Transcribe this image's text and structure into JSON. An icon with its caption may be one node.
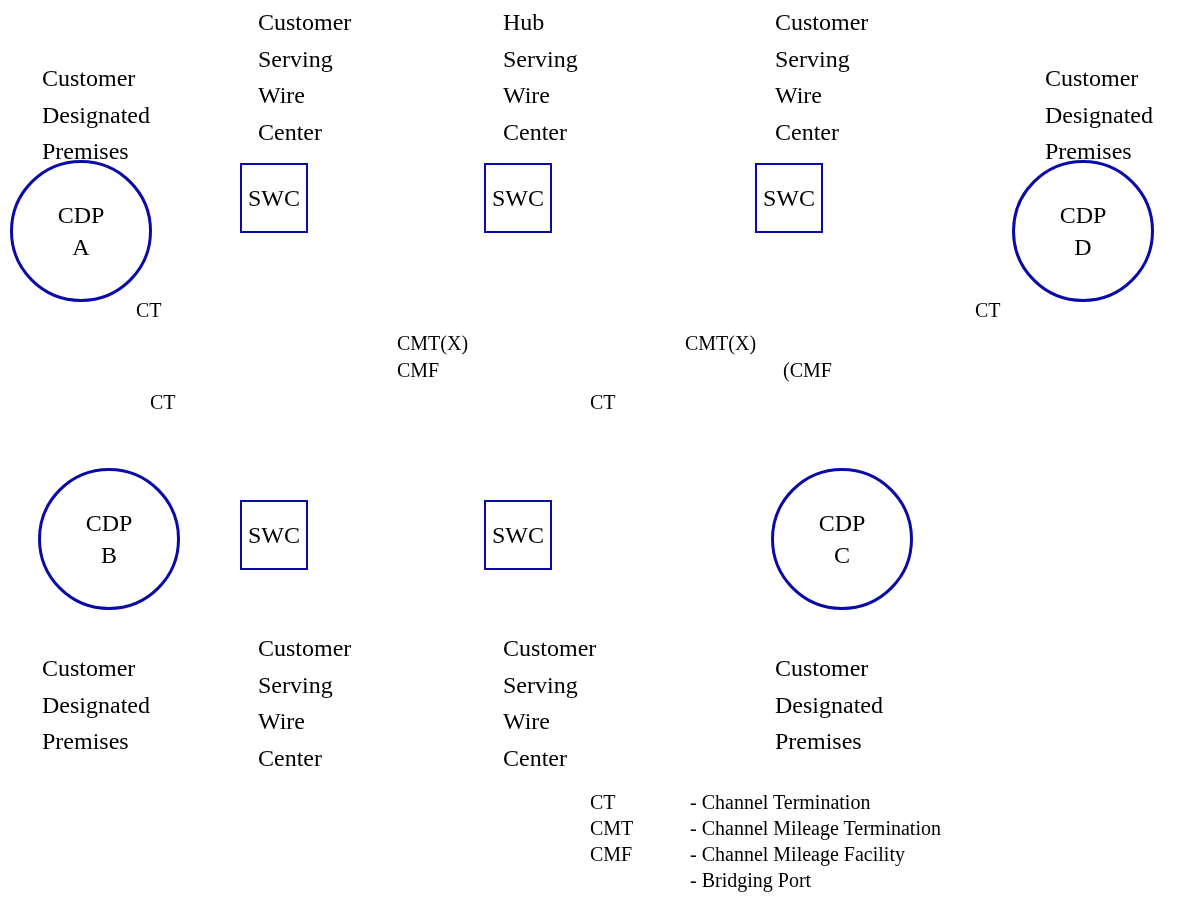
{
  "diagram": {
    "nodes": [
      {
        "text": [
          "Customer Designated Premises",
          "CDP A"
        ]
      },
      {
        "text": [
          "Customer Serving Wire Center",
          "SWC"
        ]
      },
      {
        "text": [
          "Hub Serving Wire Center",
          "SWC"
        ]
      },
      {
        "text": [
          "Customer Serving Wire Center",
          "SWC"
        ]
      },
      {
        "text": [
          "Customer Designated Premises",
          "CDP D"
        ]
      },
      {
        "text": [
          "CDP B",
          "Customer Designated Premises"
        ]
      },
      {
        "text": [
          "SWC",
          "Customer Serving Wire Center"
        ]
      },
      {
        "text": [
          "SWC",
          "Customer Serving Wire Center"
        ]
      },
      {
        "text": [
          "CDP C",
          "Customer Designated Premises"
        ]
      }
    ],
    "labels": [
      "CT",
      "CT",
      "CMT(X)",
      "CMT(X)",
      "CMF",
      "(CMF",
      "CT",
      "CT",
      "CT",
      "- Channel Termination",
      "CMT",
      "- Channel Mileage Termination",
      "CMF",
      "- Channel Mileage Facility",
      "- Bridging Port"
    ]
  }
}
